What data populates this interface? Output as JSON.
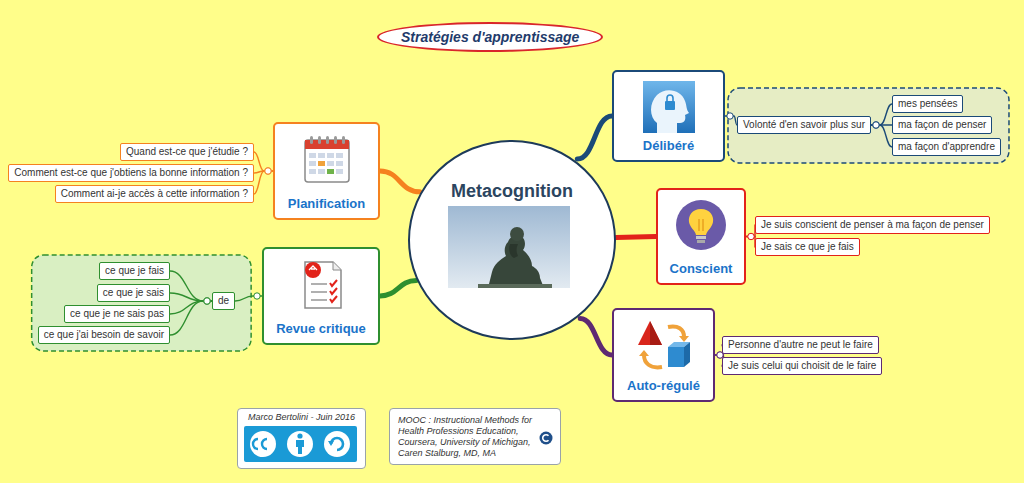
{
  "diagram": {
    "title": "Stratégies d'apprentissage",
    "nodes": [
      {
        "text": [
          "Metacognition"
        ]
      },
      {
        "text": [
          "Planification"
        ]
      },
      {
        "text": [
          "Quand est-ce que j'étudie ?"
        ]
      },
      {
        "text": [
          "Comment est-ce que j'obtiens la bonne information ?"
        ]
      },
      {
        "text": [
          "Comment ai-je accès à cette information ?"
        ]
      },
      {
        "text": [
          "Revue critique"
        ]
      },
      {
        "text": [
          "de"
        ]
      },
      {
        "text": [
          "ce que je fais"
        ]
      },
      {
        "text": [
          "ce que je sais"
        ]
      },
      {
        "text": [
          "ce que je ne sais pas"
        ]
      },
      {
        "text": [
          "ce que j'ai besoin de savoir"
        ]
      },
      {
        "text": [
          "Délibéré"
        ]
      },
      {
        "text": [
          "Volonté d'en savoir plus sur"
        ]
      },
      {
        "text": [
          "mes pensées"
        ]
      },
      {
        "text": [
          "ma façon de penser"
        ]
      },
      {
        "text": [
          "ma façon d'apprendre"
        ]
      },
      {
        "text": [
          "Conscient"
        ]
      },
      {
        "text": [
          "Je suis conscient de penser à ma façon de penser"
        ]
      },
      {
        "text": [
          "Je sais ce que je fais"
        ]
      },
      {
        "text": [
          "Auto-régulé"
        ]
      },
      {
        "text": [
          "Personne d'autre ne peut le faire"
        ]
      },
      {
        "text": [
          "Je suis celui qui choisit de le faire"
        ]
      },
      {
        "text": [
          "Marco Bertolini - Juin 2016"
        ]
      },
      {
        "text": [
          "MOOC : Instructional Methods for Health Professions Education, Coursera, University of Michigan, Caren Stalburg, MD, MA"
        ]
      }
    ],
    "edges": [
      {
        "from": 0,
        "to": 1,
        "arrow": "none"
      },
      {
        "from": 0,
        "to": 5,
        "arrow": "none"
      },
      {
        "from": 0,
        "to": 11,
        "arrow": "none"
      },
      {
        "from": 0,
        "to": 16,
        "arrow": "none"
      },
      {
        "from": 0,
        "to": 19,
        "arrow": "none"
      },
      {
        "from": 1,
        "to": 2,
        "arrow": "none"
      },
      {
        "from": 1,
        "to": 3,
        "arrow": "none"
      },
      {
        "from": 1,
        "to": 4,
        "arrow": "none"
      },
      {
        "from": 5,
        "to": 6,
        "arrow": "none"
      },
      {
        "from": 6,
        "to": 7,
        "arrow": "none"
      },
      {
        "from": 6,
        "to": 8,
        "arrow": "none"
      },
      {
        "from": 6,
        "to": 9,
        "arrow": "none"
      },
      {
        "from": 6,
        "to": 10,
        "arrow": "none"
      },
      {
        "from": 11,
        "to": 12,
        "arrow": "none"
      },
      {
        "from": 12,
        "to": 13,
        "arrow": "none"
      },
      {
        "from": 12,
        "to": 14,
        "arrow": "none"
      },
      {
        "from": 12,
        "to": 15,
        "arrow": "none"
      },
      {
        "from": 16,
        "to": 17,
        "arrow": "none"
      },
      {
        "from": 16,
        "to": 18,
        "arrow": "none"
      },
      {
        "from": 19,
        "to": 20,
        "arrow": "none"
      },
      {
        "from": 19,
        "to": 21,
        "arrow": "none"
      }
    ]
  }
}
